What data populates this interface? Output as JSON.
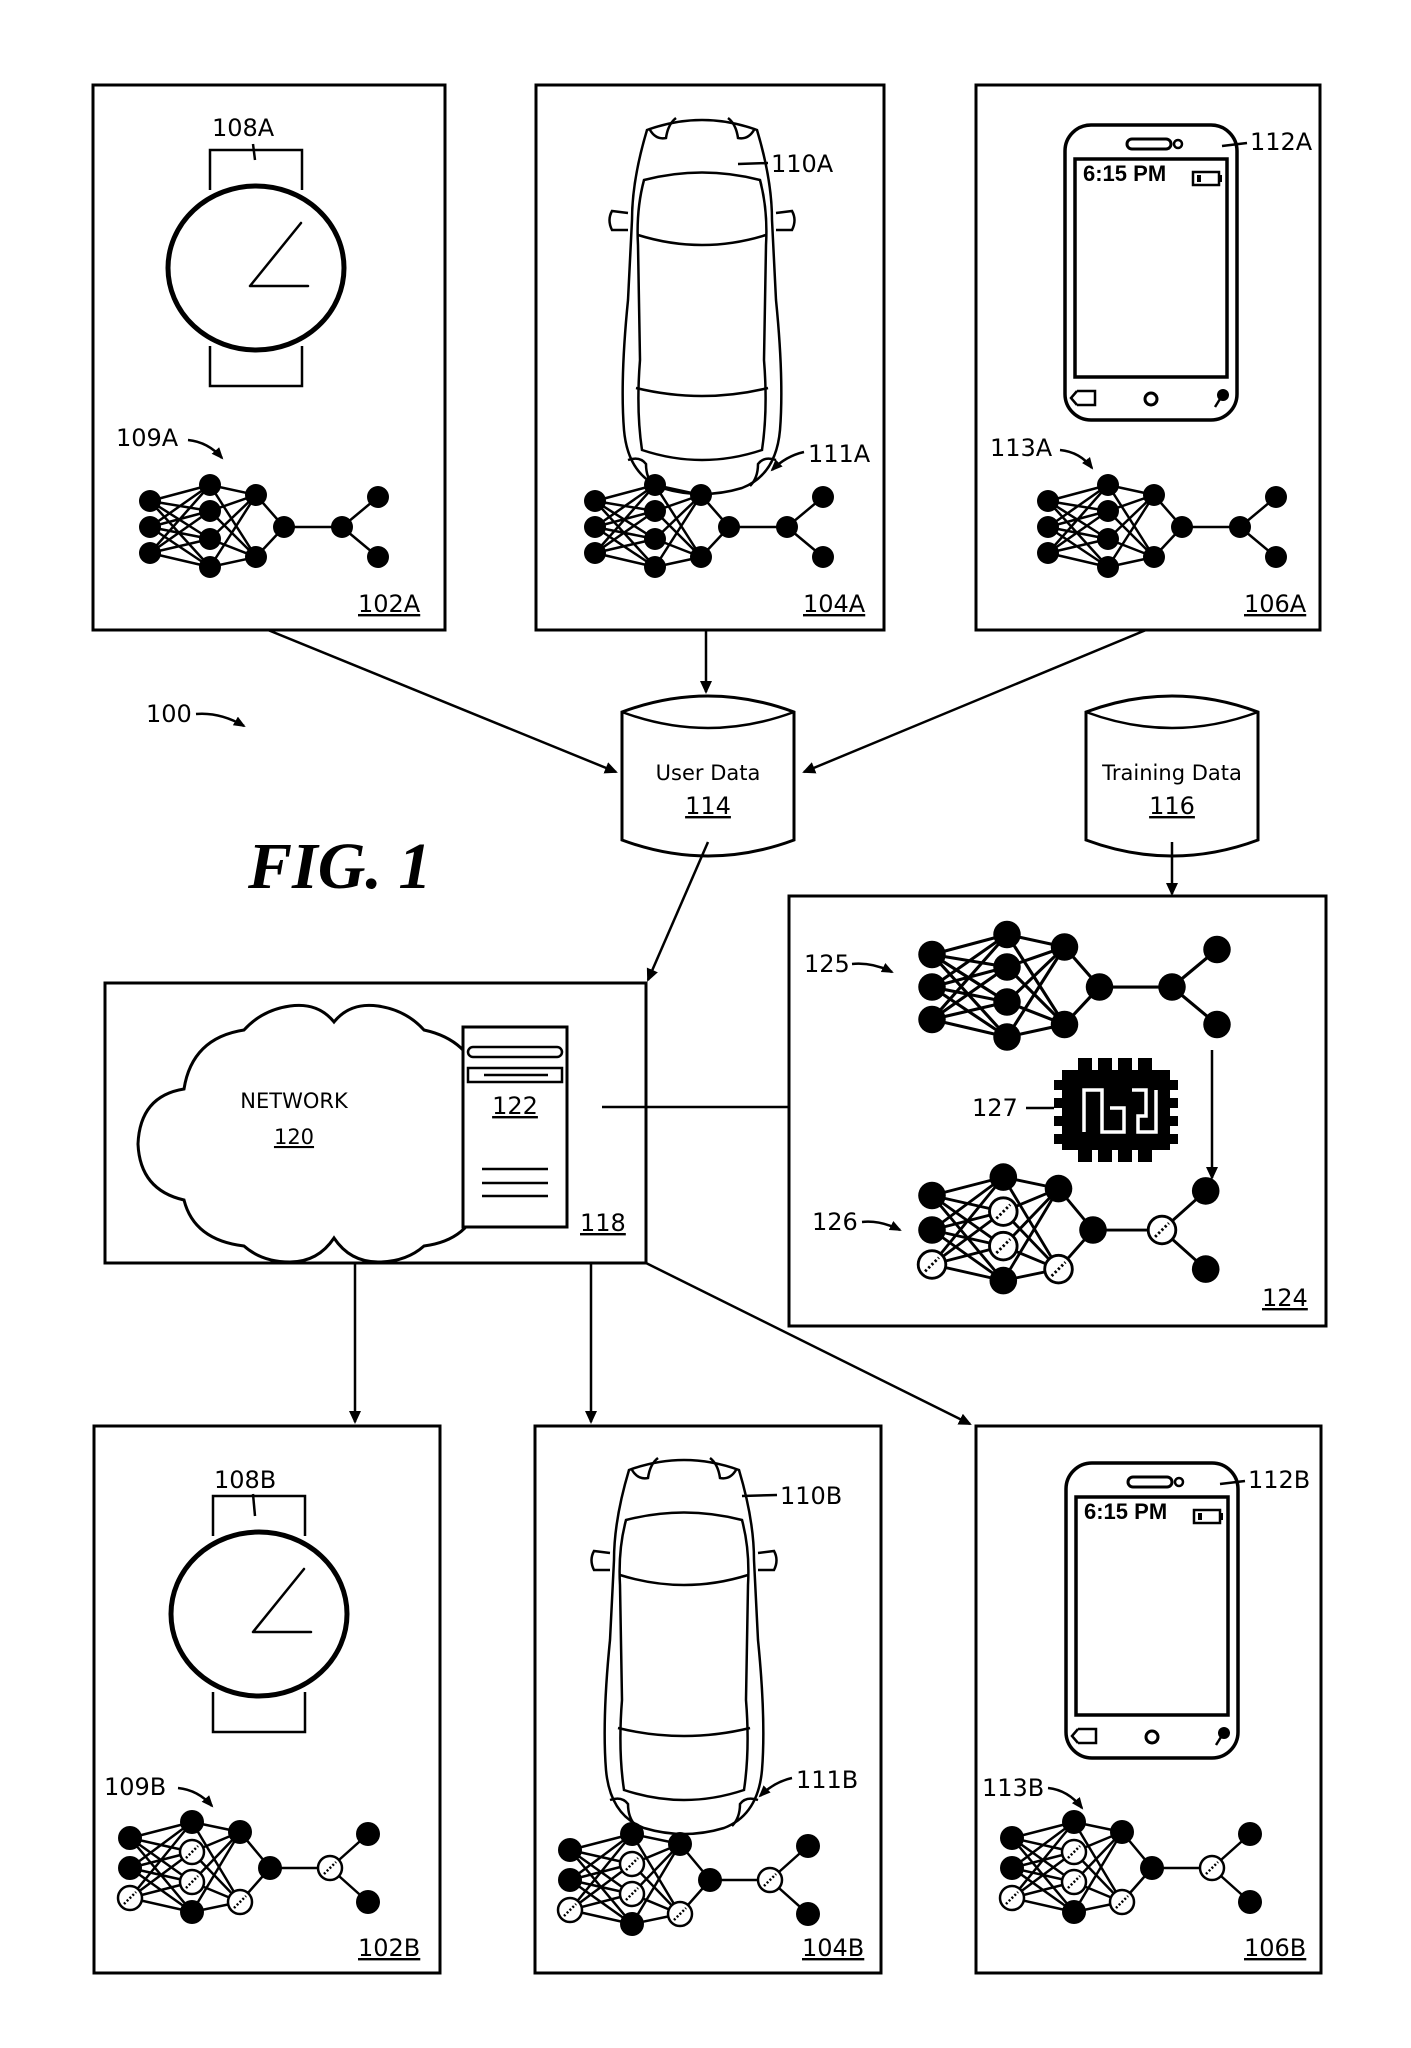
{
  "figure": {
    "title": "FIG. 1",
    "system_ref": "100"
  },
  "top_row": [
    {
      "box_ref": "102A",
      "device": "smartwatch",
      "device_ref": "108A",
      "model_ref": "109A",
      "pruned": false
    },
    {
      "box_ref": "104A",
      "device": "car",
      "device_ref": "110A",
      "model_ref": "111A",
      "pruned": false
    },
    {
      "box_ref": "106A",
      "device": "smartphone",
      "device_ref": "112A",
      "model_ref": "113A",
      "pruned": false,
      "phone_time": "6:15 PM"
    }
  ],
  "bottom_row": [
    {
      "box_ref": "102B",
      "device": "smartwatch",
      "device_ref": "108B",
      "model_ref": "109B",
      "pruned": true
    },
    {
      "box_ref": "104B",
      "device": "car",
      "device_ref": "110B",
      "model_ref": "111B",
      "pruned": true
    },
    {
      "box_ref": "106B",
      "device": "smartphone",
      "device_ref": "112B",
      "model_ref": "113B",
      "pruned": true,
      "phone_time": "6:15 PM"
    }
  ],
  "user_data": {
    "label": "User Data",
    "ref": "114"
  },
  "training_data": {
    "label": "Training Data",
    "ref": "116"
  },
  "server_system": {
    "box_ref": "118",
    "network_label": "NETWORK",
    "network_ref": "120",
    "server_ref": "122"
  },
  "training_system": {
    "box_ref": "124",
    "full_model_ref": "125",
    "pruned_model_ref": "126",
    "processor_ref": "127"
  }
}
